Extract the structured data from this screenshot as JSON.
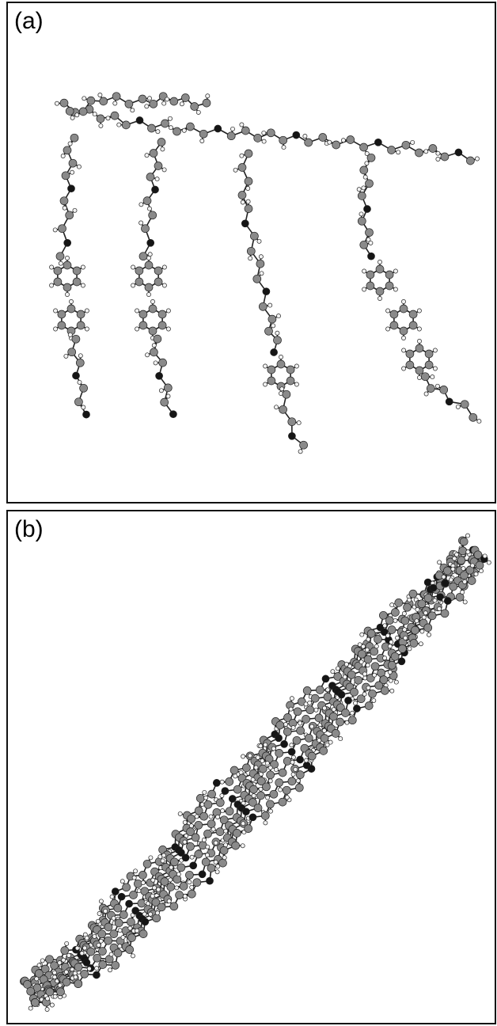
{
  "figure": {
    "panels": [
      {
        "id": "a",
        "label": "(a)"
      },
      {
        "id": "b",
        "label": "(b)"
      }
    ],
    "colors": {
      "frame": "#111111",
      "carbon": "#8a8a8a",
      "oxygen": "#151515",
      "hydrogen": "#f2f2f2",
      "bond": "#222222"
    }
  }
}
